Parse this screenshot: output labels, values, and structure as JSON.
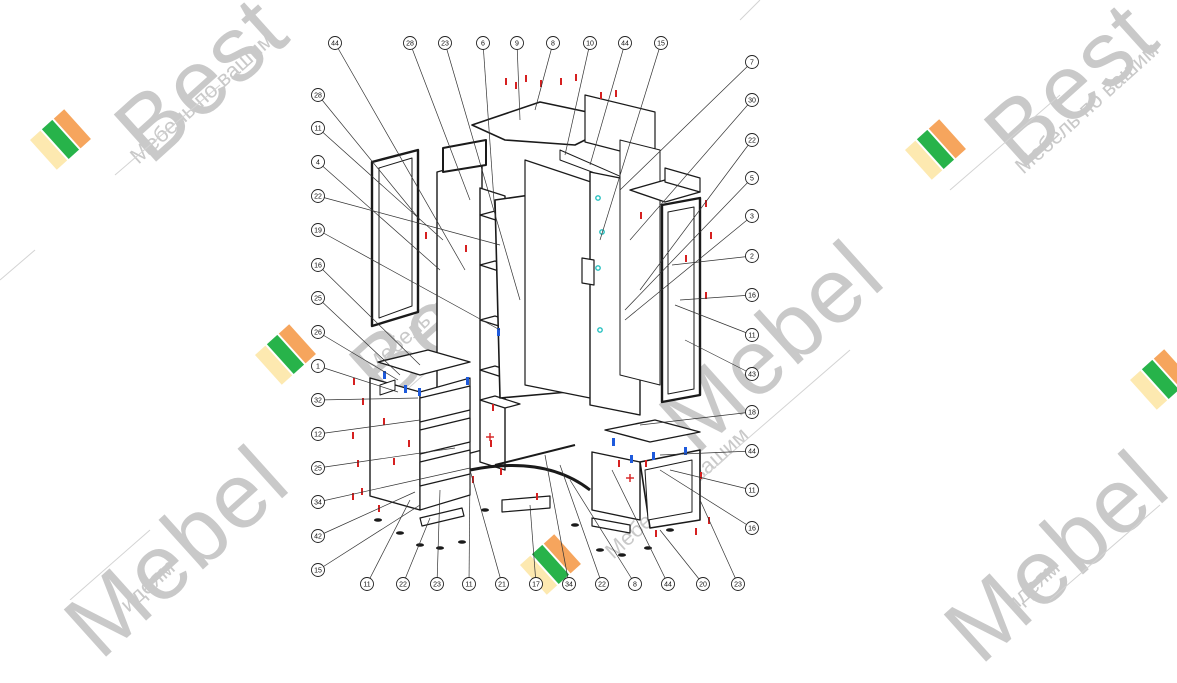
{
  "watermark": {
    "brand_top": "Best",
    "brand_bottom": "Mebel",
    "slogan_top": "Мебель по вашим",
    "slogan_bottom": "идеям",
    "colors": {
      "text": "#c9c9c9",
      "stripe_yellow": "#fde9b0",
      "stripe_green": "#27b34a",
      "stripe_orange": "#f6a55d"
    }
  },
  "diagram": {
    "line_color": "#1a1a1a",
    "hole_color": "#d62020",
    "dowel_color": "#1e5adc",
    "hint_color": "#26c0c0"
  },
  "callouts": {
    "top": [
      "44",
      "28",
      "23",
      "6",
      "9",
      "8",
      "10",
      "44",
      "15"
    ],
    "left": [
      "28",
      "11",
      "4",
      "22",
      "19",
      "16",
      "25",
      "26",
      "1",
      "32",
      "12",
      "25",
      "34",
      "42",
      "15"
    ],
    "right": [
      "7",
      "30",
      "22",
      "5",
      "3",
      "2",
      "16",
      "11",
      "43",
      "18",
      "44",
      "11",
      "16"
    ],
    "bottom": [
      "11",
      "22",
      "23",
      "11",
      "21",
      "17",
      "34",
      "22",
      "8",
      "44",
      "20",
      "23"
    ]
  }
}
